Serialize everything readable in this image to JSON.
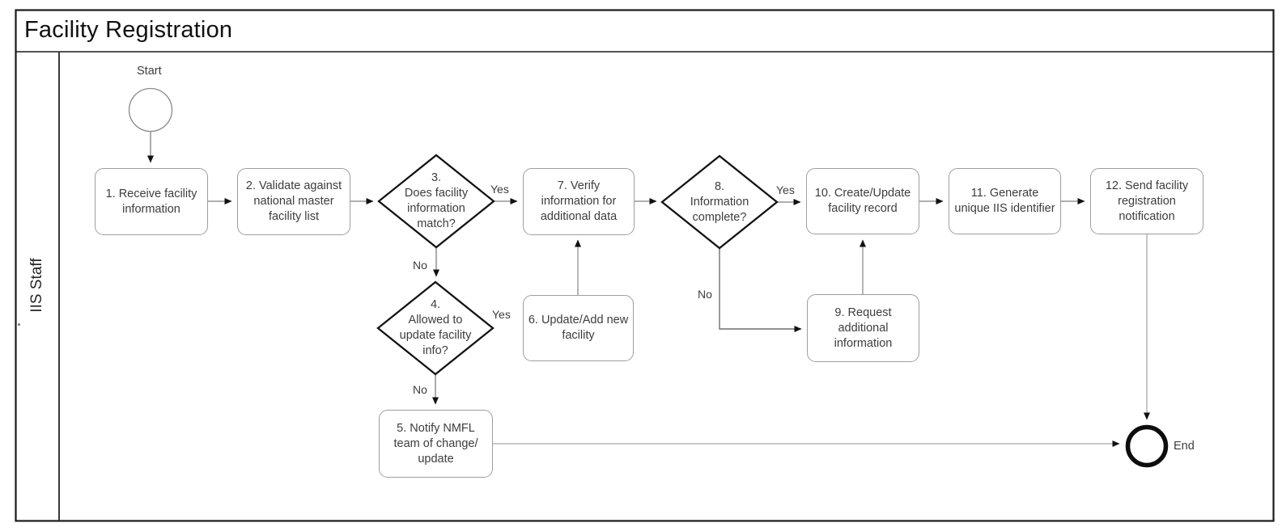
{
  "title": "Facility Registration",
  "lane": {
    "label": "IIS Staff"
  },
  "events": {
    "start_label": "Start",
    "end_label": "End"
  },
  "nodes": {
    "box1": {
      "label": "1. Receive facility\ninformation"
    },
    "box2": {
      "label": "2. Validate against\nnational master\nfacility list"
    },
    "d3": {
      "label": "3.\nDoes facility\ninformation\nmatch?"
    },
    "d4": {
      "label": "4.\nAllowed to\nupdate facility\ninfo?"
    },
    "box5": {
      "label": "5. Notify NMFL\nteam of change/\nupdate"
    },
    "box6": {
      "label": "6. Update/Add new\nfacility"
    },
    "box7": {
      "label": "7. Verify\ninformation for\nadditional data"
    },
    "d8": {
      "label": "8.\nInformation\ncomplete?"
    },
    "box9": {
      "label": "9. Request\nadditional\ninformation"
    },
    "box10": {
      "label": "10. Create/Update\nfacility record"
    },
    "box11": {
      "label": "11. Generate\nunique IIS identifier"
    },
    "box12": {
      "label": "12. Send facility\nregistration\nnotification"
    }
  },
  "edge_labels": {
    "yes_3": "Yes",
    "no_3": "No",
    "yes_4": "Yes",
    "no_4": "No",
    "yes_8": "Yes",
    "no_8": "No"
  },
  "colors": {
    "frame": "#1a1a1a",
    "task_border": "#9e9e9e",
    "gateway_stroke": "#141414",
    "connector": "#808080",
    "connector_light": "#a8a8a8",
    "arrowhead": "#111111",
    "text": "#3d3d3d",
    "end_event": "#0d0d0d"
  }
}
